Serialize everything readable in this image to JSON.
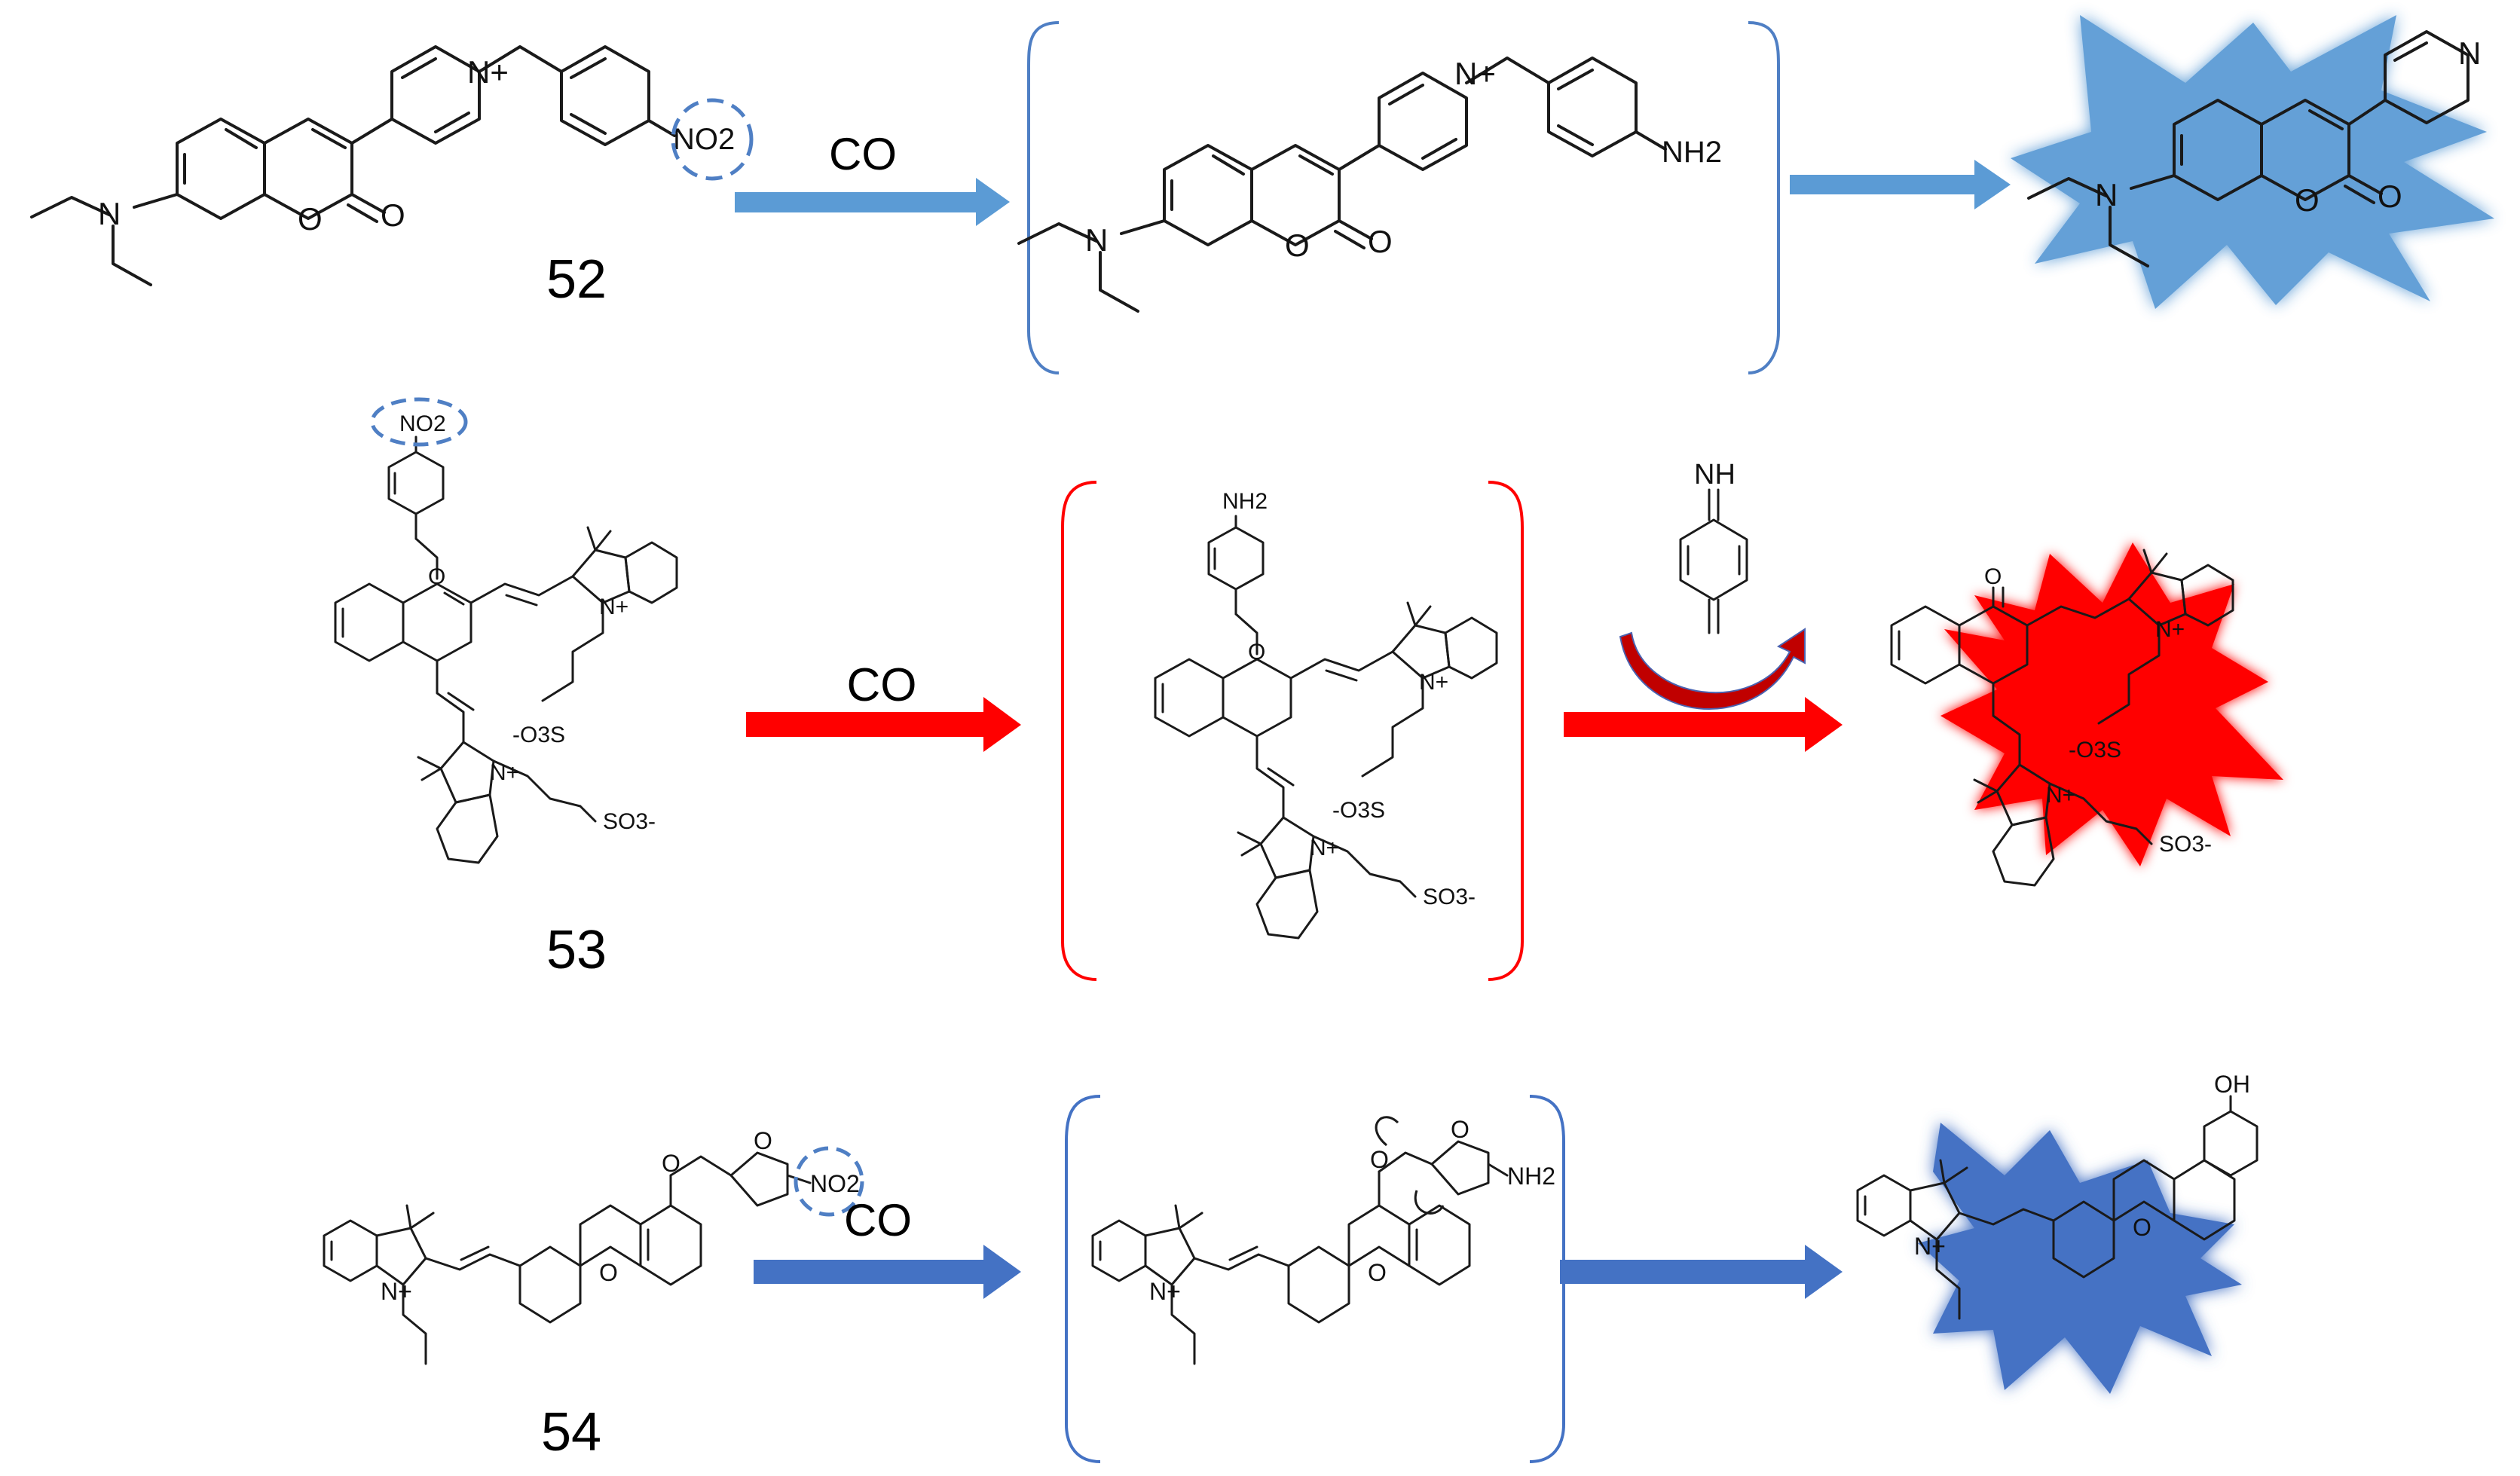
{
  "rows": [
    {
      "id": "52",
      "compound_label": "52",
      "reagent": "CO",
      "reagent_color": "#7fb3dd",
      "arrow_color": "#5b9bd5",
      "bracket_color": "#4f7fc4",
      "group_removed": "NO2",
      "group_formed": "NH2",
      "burst_color": "#5b9bd5",
      "atoms_start": [
        "N",
        "N+",
        "O",
        "O",
        "NO2"
      ],
      "atoms_mid": [
        "N",
        "N+",
        "O",
        "O",
        "NH2"
      ],
      "atoms_end": [
        "N",
        "N",
        "O",
        "O"
      ]
    },
    {
      "id": "53",
      "compound_label": "53",
      "reagent": "CO",
      "reagent_color": "#ff0000",
      "arrow_color": "#ff0000",
      "bracket_color": "#ff0000",
      "byproduct_label": "NH",
      "group_removed": "NO2",
      "group_formed": "NH2",
      "burst_color": "#ff0000",
      "atoms_start": [
        "NO2",
        "O",
        "N+",
        "N+",
        "-O3S",
        "SO3-"
      ],
      "atoms_mid": [
        "NH2",
        "O",
        "N+",
        "N+",
        "-O3S",
        "SO3-"
      ],
      "atoms_end": [
        "O",
        "N+",
        "N+",
        "-O3S",
        "SO3-"
      ]
    },
    {
      "id": "54",
      "compound_label": "54",
      "reagent": "CO",
      "reagent_color": "#4472c4",
      "arrow_color": "#4472c4",
      "bracket_color": "#4472c4",
      "group_removed": "NO2",
      "group_formed": "NH2",
      "burst_color": "#4472c4",
      "atoms_start": [
        "O",
        "O",
        "O",
        "NO2",
        "N+"
      ],
      "atoms_mid": [
        "O",
        "O",
        "O",
        "NH2",
        "N+"
      ],
      "atoms_end": [
        "OH",
        "O",
        "N+"
      ]
    }
  ],
  "marker_color": "#4f7fc4"
}
